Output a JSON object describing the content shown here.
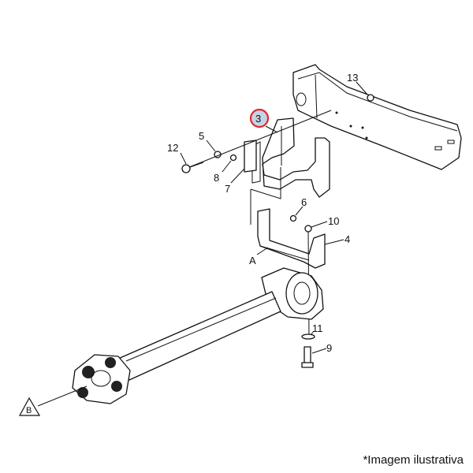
{
  "diagram": {
    "callouts": {
      "c13": "13",
      "c3": "3",
      "c5": "5",
      "c12": "12",
      "c8": "8",
      "c7": "7",
      "c6": "6",
      "c10": "10",
      "c4": "4",
      "cA": "A",
      "c11": "11",
      "c9": "9",
      "cB": "B"
    },
    "highlight_color": "#e0282c",
    "highlight_fill": "#c5d3e6"
  },
  "caption": "*Imagem ilustrativa"
}
